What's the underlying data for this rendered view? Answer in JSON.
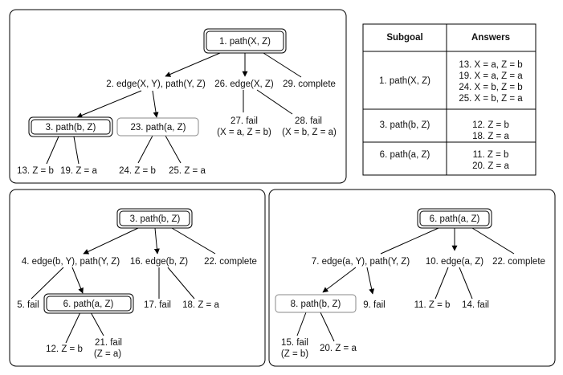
{
  "tree1": {
    "root": "1. path(X, Z)",
    "n2": "2. edge(X, Y), path(Y, Z)",
    "n26": "26. edge(X, Z)",
    "n29": "29. complete",
    "n3": "3. path(b, Z)",
    "n23": "23. path(a, Z)",
    "n27": [
      "27. fail",
      "(X = a, Z = b)"
    ],
    "n28": [
      "28. fail",
      "(X = b, Z = a)"
    ],
    "n13": "13. Z = b",
    "n19": "19. Z = a",
    "n24": "24. Z = b",
    "n25": "25. Z = a"
  },
  "table": {
    "headers": [
      "Subgoal",
      "Answers"
    ],
    "rows": [
      {
        "subgoal": "1. path(X, Z)",
        "answers": [
          "13. X = a, Z = b",
          "19. X = a, Z = a",
          "24. X = b, Z = b",
          "25. X = b, Z = a"
        ]
      },
      {
        "subgoal": "3. path(b, Z)",
        "answers": [
          "12. Z = b",
          "18. Z = a"
        ]
      },
      {
        "subgoal": "6. path(a, Z)",
        "answers": [
          "11. Z =  b",
          "20. Z = a"
        ]
      }
    ]
  },
  "tree2": {
    "root": "3. path(b, Z)",
    "n4": "4. edge(b, Y), path(Y, Z)",
    "n16": "16. edge(b, Z)",
    "n22": "22. complete",
    "n5": "5. fail",
    "n6": "6. path(a, Z)",
    "n17": "17. fail",
    "n18": "18. Z = a",
    "n12": "12. Z = b",
    "n21": [
      "21. fail",
      "(Z = a)"
    ]
  },
  "tree3": {
    "root": "6. path(a, Z)",
    "n7": "7. edge(a, Y), path(Y, Z)",
    "n10": "10. edge(a, Z)",
    "n22": "22. complete",
    "n8": "8. path(b, Z)",
    "n9": "9. fail",
    "n11": "11. Z = b",
    "n14": "14. fail",
    "n15": [
      "15. fail",
      "(Z = b)"
    ],
    "n20": "20. Z = a"
  }
}
